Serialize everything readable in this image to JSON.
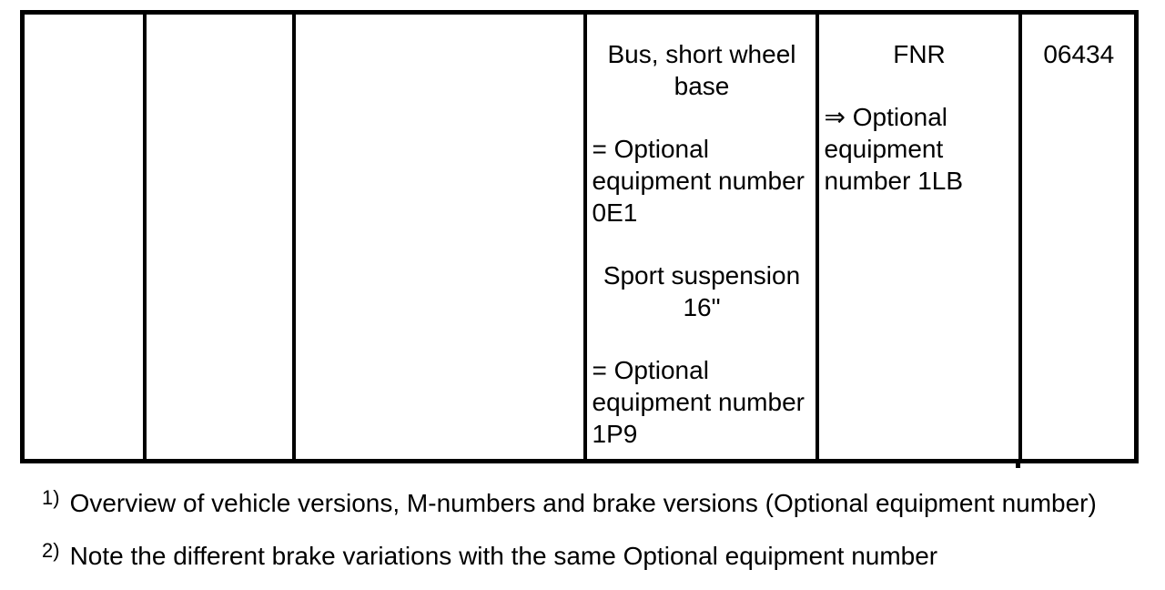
{
  "page": {
    "background_color": "#ffffff",
    "text_color": "#000000"
  },
  "table": {
    "cells": [
      {
        "blocks": []
      },
      {
        "blocks": []
      },
      {
        "blocks": []
      },
      {
        "blocks": [
          {
            "text": "Bus, short wheel base"
          },
          {
            "text": "= Optional equipment number 0E1"
          },
          {
            "text": "Sport suspension 16\""
          },
          {
            "text": "= Optional equipment number 1P9"
          }
        ]
      },
      {
        "blocks": [
          {
            "text": "FNR"
          },
          {
            "text": "⇒ Optional equipment number 1LB"
          }
        ]
      },
      {
        "blocks": [
          {
            "text": "06434"
          }
        ]
      }
    ]
  },
  "footnotes": [
    {
      "marker": "1)",
      "text": "Overview of vehicle versions, M-numbers and brake versions (Optional equipment number)"
    },
    {
      "marker": "2)",
      "text": "Note the different brake variations with the same Optional equipment number"
    }
  ]
}
